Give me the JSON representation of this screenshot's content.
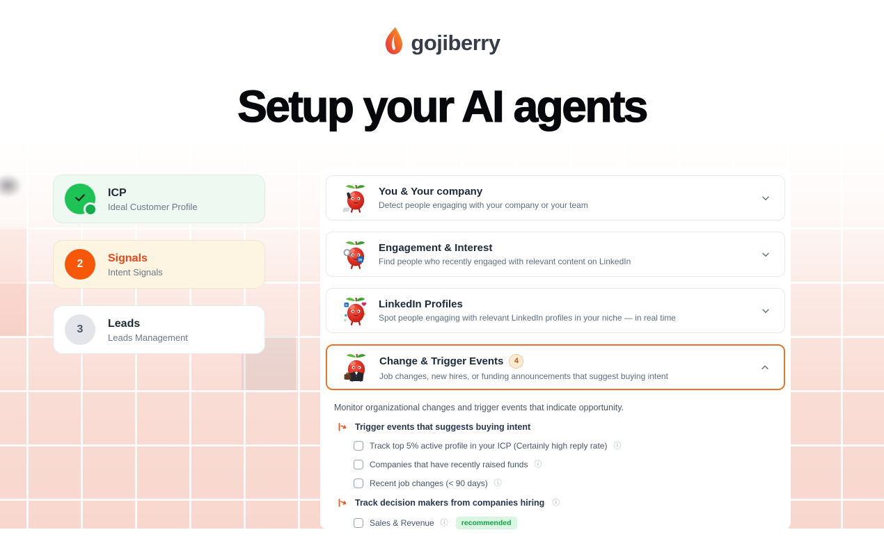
{
  "logo": {
    "name": "gojiberry"
  },
  "heading": "Setup your AI agents",
  "steps": [
    {
      "title": "ICP",
      "subtitle": "Ideal Customer Profile",
      "state": "completed",
      "marker": "check"
    },
    {
      "title": "Signals",
      "subtitle": "Intent Signals",
      "state": "active",
      "marker": "2"
    },
    {
      "title": "Leads",
      "subtitle": "Leads Management",
      "state": "upcoming",
      "marker": "3"
    }
  ],
  "agents": [
    {
      "title": "You & Your company",
      "subtitle": "Detect people engaging with your company or your team",
      "mascot": "berry-phone",
      "chevron": "down",
      "expanded": false
    },
    {
      "title": "Engagement & Interest",
      "subtitle": "Find people who recently engaged with relevant content on LinkedIn",
      "mascot": "berry-search",
      "chevron": "down",
      "expanded": false
    },
    {
      "title": "LinkedIn Profiles",
      "subtitle": "Spot people engaging with relevant LinkedIn profiles in your niche — in real time",
      "mascot": "berry-social",
      "chevron": "down",
      "expanded": false
    },
    {
      "title": "Change & Trigger Events",
      "badge": "4",
      "subtitle": "Job changes, new hires, or funding announcements that suggest buying intent",
      "mascot": "berry-suit",
      "chevron": "up",
      "expanded": true
    }
  ],
  "expanded_panel": {
    "intro": "Monitor organizational changes and trigger events that indicate opportunity.",
    "groups": [
      {
        "label": "Trigger events that suggests buying intent",
        "info": false,
        "options": [
          {
            "label": "Track top 5% active profile in your ICP (Certainly high reply rate)",
            "info": true,
            "checked": false
          },
          {
            "label": "Companies that have recently raised funds",
            "info": true,
            "checked": false
          },
          {
            "label": "Recent job changes (< 90 days)",
            "info": true,
            "checked": false
          }
        ]
      },
      {
        "label": "Track decision makers from companies hiring",
        "info": true,
        "options": [
          {
            "label": "Sales & Revenue",
            "info": true,
            "checked": false,
            "badge": "recommended"
          }
        ]
      }
    ]
  },
  "icons": {
    "info": "ⓘ"
  },
  "colors": {
    "accent_orange": "#f75708",
    "active_border": "#e87628",
    "success_green": "#1dc355",
    "signals_text": "#e2491b",
    "badge_bg": "#fcecd6",
    "badge_text": "#bf5a10",
    "recommended_bg": "#d9f6e3",
    "recommended_text": "#18a249"
  }
}
